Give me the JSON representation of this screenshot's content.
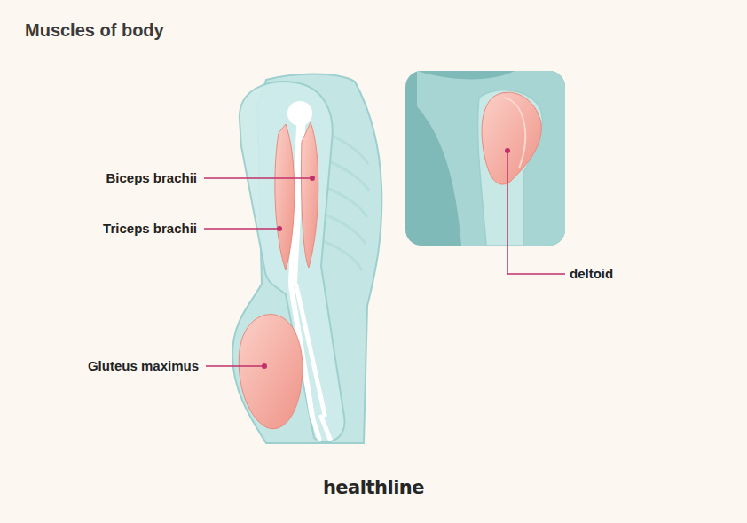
{
  "diagram": {
    "title": "Muscles of body",
    "labels": [
      "Biceps brachii",
      "Triceps brachii",
      "Gluteus maximus",
      "deltoid",
      "healthline"
    ]
  }
}
